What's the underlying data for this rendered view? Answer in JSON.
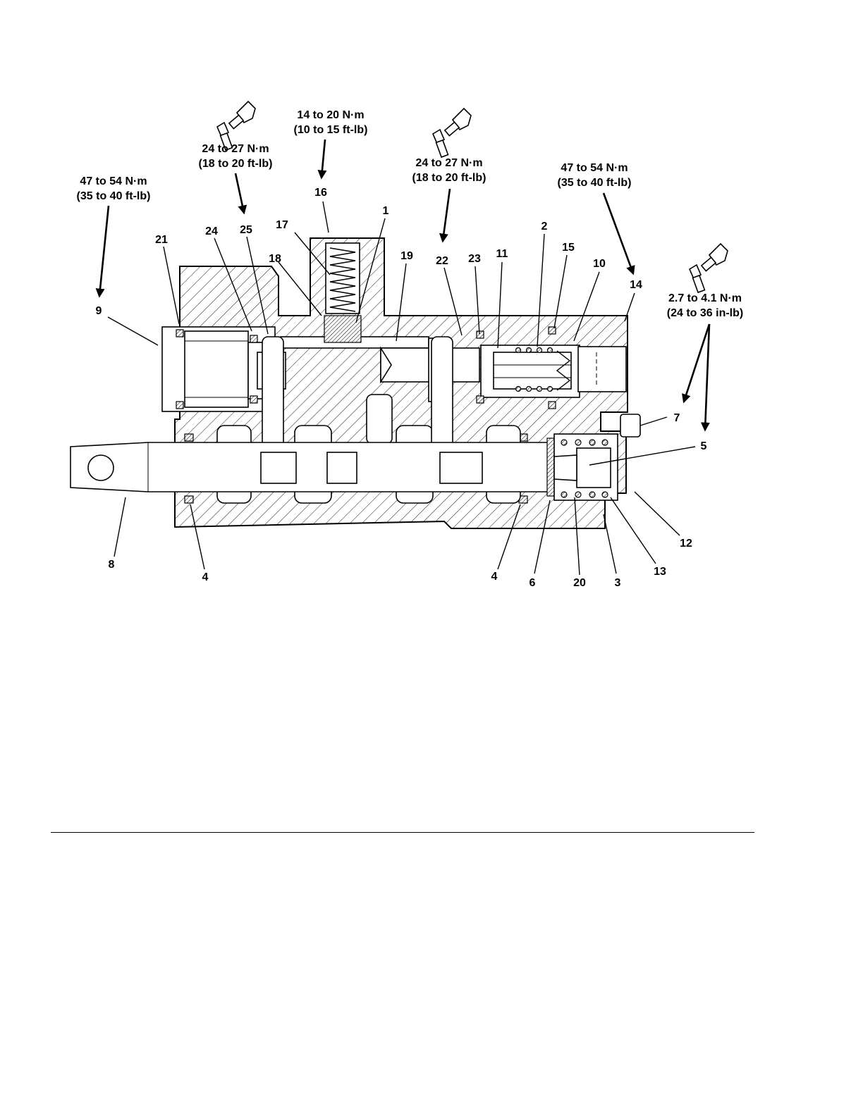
{
  "callouts": {
    "c1": "1",
    "c2": "2",
    "c3": "3",
    "c4a": "4",
    "c4b": "4",
    "c5": "5",
    "c6": "6",
    "c7": "7",
    "c8": "8",
    "c9": "9",
    "c10": "10",
    "c11": "11",
    "c12": "12",
    "c13": "13",
    "c14": "14",
    "c15": "15",
    "c16": "16",
    "c17": "17",
    "c18": "18",
    "c19": "19",
    "c20": "20",
    "c21": "21",
    "c22": "22",
    "c23": "23",
    "c24": "24",
    "c25": "25"
  },
  "torques": {
    "t9": {
      "metric": "47 to 54 N·m",
      "imperial": "(35 to 40 ft-lb)"
    },
    "t25": {
      "metric": "24 to 27 N·m",
      "imperial": "(18 to 20 ft-lb)"
    },
    "t16": {
      "metric": "14 to 20 N·m",
      "imperial": "(10 to 15 ft-lb)"
    },
    "t22": {
      "metric": "24 to 27 N·m",
      "imperial": "(18 to 20 ft-lb)"
    },
    "t14": {
      "metric": "47 to 54 N·m",
      "imperial": "(35 to 40 ft-lb)"
    },
    "t7": {
      "metric": "2.7 to 4.1 N·m",
      "imperial": "(24 to 36 in-lb)"
    }
  },
  "icons": {
    "threadlock_1": "threadlocker-bottle-bolt-icon",
    "threadlock_2": "threadlocker-bottle-bolt-icon",
    "threadlock_3": "threadlocker-bottle-bolt-icon"
  },
  "colors": {
    "ink": "#000000",
    "paper": "#ffffff"
  }
}
